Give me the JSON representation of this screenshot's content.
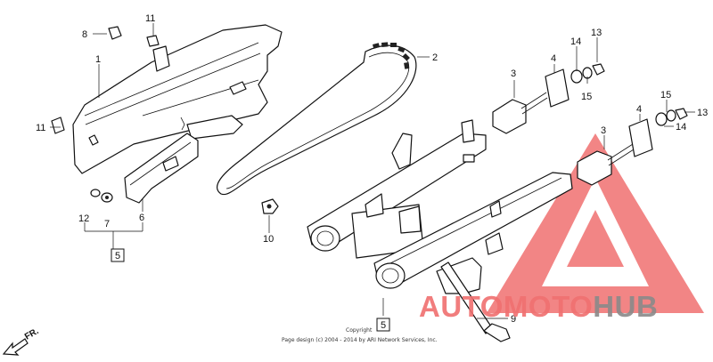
{
  "callouts": {
    "c1": "1",
    "c2": "2",
    "c3a": "3",
    "c3b": "3",
    "c4a": "4",
    "c4b": "4",
    "c5a": "5",
    "c5b": "5",
    "c6": "6",
    "c7": "7",
    "c8": "8",
    "c9": "9",
    "c10": "10",
    "c11a": "11",
    "c11b": "11",
    "c12": "12",
    "c13a": "13",
    "c13b": "13",
    "c14a": "14",
    "c14b": "14",
    "c15a": "15",
    "c15b": "15"
  },
  "direction_label": "FR.",
  "copyright": {
    "line1": "Copyright",
    "line2": "Page design (c) 2004 - 2014 by ARI Network Services, Inc."
  },
  "watermark": {
    "part1": "AUTO",
    "part2": "MOTO",
    "part3": "HUB",
    "colors": {
      "red": "#f07070",
      "gray": "#8a8a8a"
    }
  }
}
